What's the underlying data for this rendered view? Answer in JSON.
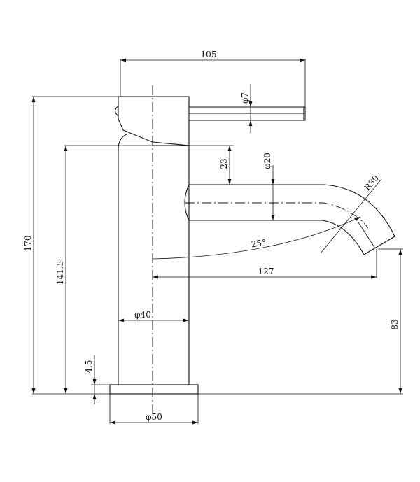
{
  "dimensions": {
    "handle_reach": "105",
    "handle_diameter": "φ7",
    "lever_clearance": "23",
    "spout_diameter": "φ20",
    "spout_radius": "R30",
    "spout_angle": "25°",
    "spout_projection": "127",
    "overall_height": "170",
    "body_height": "141.5",
    "body_diameter": "φ40",
    "spout_outlet_height": "83",
    "base_thickness": "4.5",
    "base_diameter": "φ50"
  }
}
